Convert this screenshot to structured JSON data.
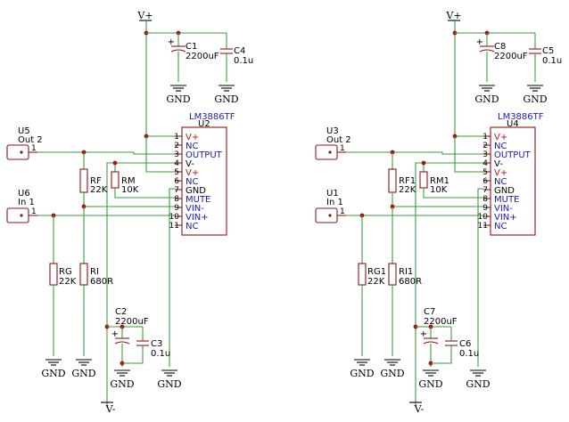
{
  "power": {
    "vplus": "V+",
    "vminus": "V-",
    "gnd": "GND"
  },
  "stages": [
    {
      "ic": {
        "ref": "U2",
        "value": "LM3886TF"
      },
      "conn_out": {
        "ref": "U5",
        "value": "Out 2",
        "pin": "1"
      },
      "conn_in": {
        "ref": "U6",
        "value": "In 1",
        "pin": "1"
      },
      "c_top_big": {
        "ref": "C1",
        "value": "2200uF"
      },
      "c_top_small": {
        "ref": "C4",
        "value": "0.1u"
      },
      "c_bot_big": {
        "ref": "C2",
        "value": "2200uF"
      },
      "c_bot_small": {
        "ref": "C3",
        "value": "0.1u"
      },
      "rf": {
        "ref": "RF",
        "value": "22K"
      },
      "rm": {
        "ref": "RM",
        "value": "10K"
      },
      "rg": {
        "ref": "RG",
        "value": "22K"
      },
      "ri": {
        "ref": "RI",
        "value": "680R"
      }
    },
    {
      "ic": {
        "ref": "U4",
        "value": "LM3886TF"
      },
      "conn_out": {
        "ref": "U3",
        "value": "Out 2",
        "pin": "1"
      },
      "conn_in": {
        "ref": "U1",
        "value": "In 1",
        "pin": "1"
      },
      "c_top_big": {
        "ref": "C8",
        "value": "2200uF"
      },
      "c_top_small": {
        "ref": "C5",
        "value": "0.1u"
      },
      "c_bot_big": {
        "ref": "C7",
        "value": "2200uF"
      },
      "c_bot_small": {
        "ref": "C6",
        "value": "0.1u"
      },
      "rf": {
        "ref": "RF1",
        "value": "22K"
      },
      "rm": {
        "ref": "RM1",
        "value": "10K"
      },
      "rg": {
        "ref": "RG1",
        "value": "22K"
      },
      "ri": {
        "ref": "RI1",
        "value": "680R"
      }
    }
  ],
  "ic_pins": [
    {
      "num": "1",
      "name": "V+",
      "kind": "pwr"
    },
    {
      "num": "2",
      "name": "NC",
      "kind": "sig"
    },
    {
      "num": "3",
      "name": "OUTPUT",
      "kind": "sig"
    },
    {
      "num": "4",
      "name": "V-",
      "kind": "blk"
    },
    {
      "num": "5",
      "name": "V+",
      "kind": "pwr"
    },
    {
      "num": "6",
      "name": "NC",
      "kind": "sig"
    },
    {
      "num": "7",
      "name": "GND",
      "kind": "blk"
    },
    {
      "num": "8",
      "name": "MUTE",
      "kind": "sig"
    },
    {
      "num": "9",
      "name": "VIN-",
      "kind": "sig"
    },
    {
      "num": "10",
      "name": "VIN+",
      "kind": "sig"
    },
    {
      "num": "11",
      "name": "NC",
      "kind": "sig"
    }
  ],
  "colors": {
    "wire": "#3c9a3c",
    "component": "#8c1414",
    "pin_name": "#1a1ab4",
    "power_pin": "#c01818"
  }
}
